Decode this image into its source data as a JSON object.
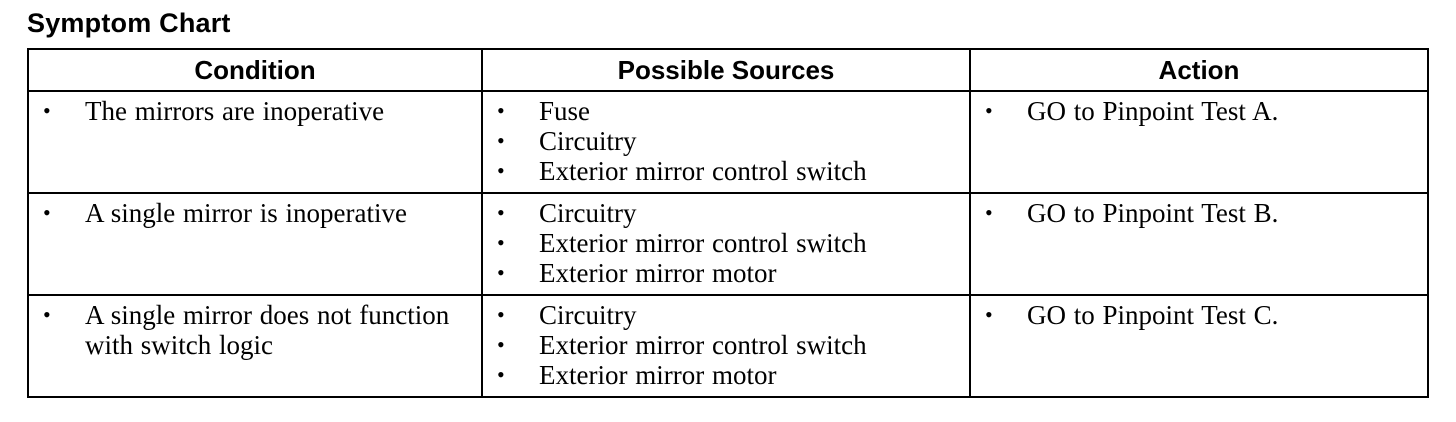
{
  "title": "Symptom Chart",
  "headers": {
    "condition": "Condition",
    "sources": "Possible Sources",
    "action": "Action"
  },
  "bullet_glyph": "•",
  "rows": [
    {
      "conditions": [
        "The mirrors are inoperative"
      ],
      "sources": [
        "Fuse",
        "Circuitry",
        "Exterior mirror control switch"
      ],
      "actions": [
        "GO to Pinpoint Test A."
      ]
    },
    {
      "conditions": [
        "A single mirror is inoperative"
      ],
      "sources": [
        "Circuitry",
        "Exterior mirror control switch",
        "Exterior mirror motor"
      ],
      "actions": [
        "GO to Pinpoint Test B."
      ]
    },
    {
      "conditions": [
        "A single mirror does not function with switch logic"
      ],
      "sources": [
        "Circuitry",
        "Exterior mirror control switch",
        "Exterior mirror motor"
      ],
      "actions": [
        "GO to Pinpoint Test C."
      ]
    }
  ]
}
